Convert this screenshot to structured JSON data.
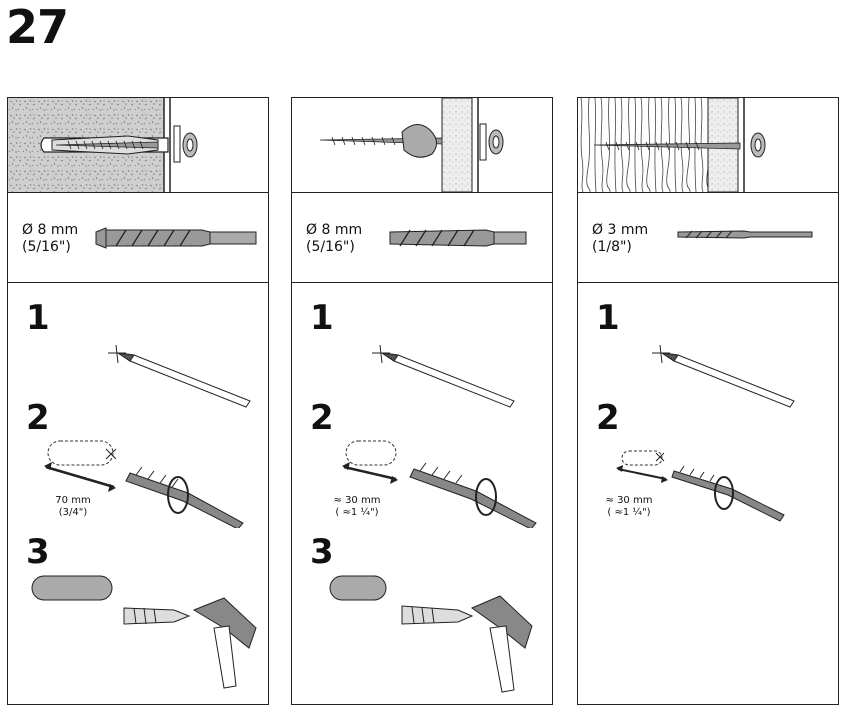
{
  "page_number": "27",
  "columns": [
    {
      "material": "concrete",
      "bit_diameter": "Ø 8 mm",
      "bit_diameter_imperial": "(5/16\")",
      "steps": [
        "1",
        "2",
        "3"
      ],
      "drill_depth": "70 mm",
      "drill_depth_imperial": "(3/4\")"
    },
    {
      "material": "plasterboard",
      "bit_diameter": "Ø 8 mm",
      "bit_diameter_imperial": "(5/16\")",
      "steps": [
        "1",
        "2",
        "3"
      ],
      "drill_depth": "≈ 30 mm",
      "drill_depth_imperial": "( ≈1 ¼\")"
    },
    {
      "material": "wood",
      "bit_diameter": "Ø 3 mm",
      "bit_diameter_imperial": "(1/8\")",
      "steps": [
        "1",
        "2"
      ],
      "drill_depth": "≈ 30 mm",
      "drill_depth_imperial": "( ≈1 ¼\")"
    }
  ],
  "icons": [
    "screw-icon",
    "wall-plug-icon",
    "drill-bit-icon",
    "pencil-icon",
    "drill-icon",
    "hammer-icon"
  ]
}
